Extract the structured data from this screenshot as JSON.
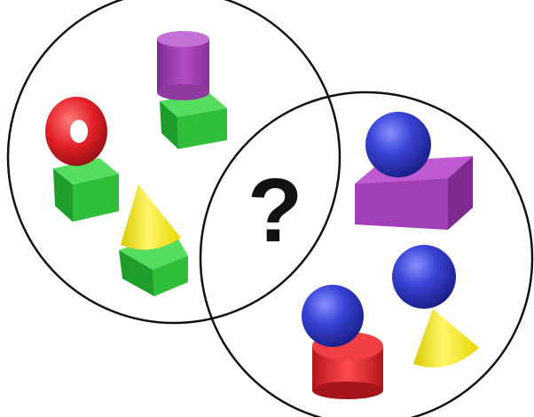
{
  "diagram": {
    "center_label": "?",
    "left_set": {
      "objects": [
        {
          "name": "purple-cylinder-on-green-cube"
        },
        {
          "name": "red-torus-on-green-cube"
        },
        {
          "name": "yellow-cone-on-green-prism"
        }
      ]
    },
    "right_set": {
      "objects": [
        {
          "name": "blue-sphere-on-purple-block"
        },
        {
          "name": "blue-sphere-on-red-cylinder"
        },
        {
          "name": "blue-sphere-on-yellow-cone"
        }
      ]
    },
    "colors": {
      "green": "#2fbf3a",
      "purple": "#a13fb5",
      "red": "#e21f26",
      "yellow": "#f7ea1a",
      "blue": "#2f38c8",
      "outline": "#111111"
    }
  }
}
